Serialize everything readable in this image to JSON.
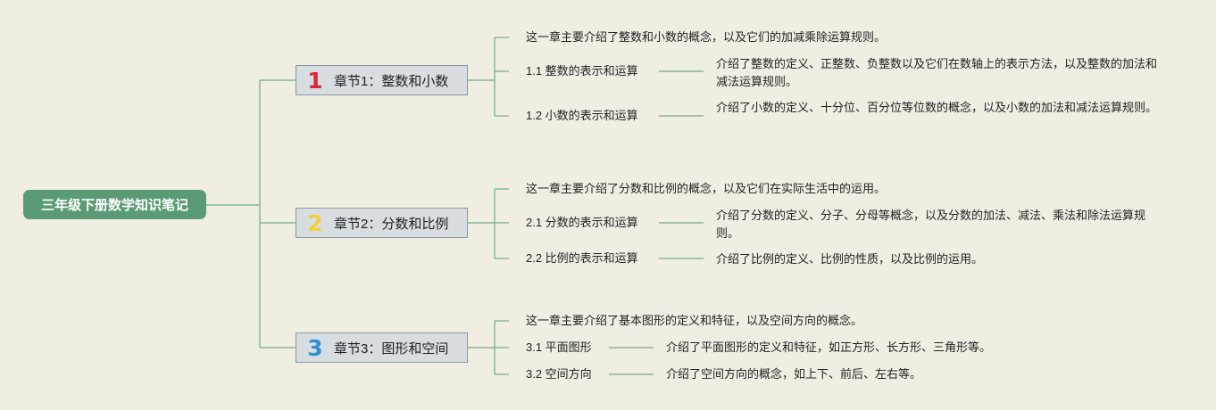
{
  "root": {
    "title": "三年级下册数学知识笔记"
  },
  "colors": {
    "background": "#f0ede3",
    "root_fill": "#5a9a75",
    "connector": "#6fa890",
    "chapter_fill": "#d8dde1",
    "chapter_border": "#8d979e"
  },
  "chapters": [
    {
      "number": "1",
      "number_color": "#d62a35",
      "title": "章节1：整数和小数",
      "summary": "这一章主要介绍了整数和小数的概念，以及它们的加减乘除运算规则。",
      "sections": [
        {
          "label": "1.1 整数的表示和运算",
          "desc": "介绍了整数的定义、正整数、负整数以及它们在数轴上的表示方法，以及整数的加法和减法运算规则。"
        },
        {
          "label": "1.2 小数的表示和运算",
          "desc": "介绍了小数的定义、十分位、百分位等位数的概念，以及小数的加法和减法运算规则。"
        }
      ]
    },
    {
      "number": "2",
      "number_color": "#f3cf3c",
      "title": "章节2：分数和比例",
      "summary": "这一章主要介绍了分数和比例的概念，以及它们在实际生活中的运用。",
      "sections": [
        {
          "label": "2.1 分数的表示和运算",
          "desc": "介绍了分数的定义、分子、分母等概念，以及分数的加法、减法、乘法和除法运算规则。"
        },
        {
          "label": "2.2 比例的表示和运算",
          "desc": "介绍了比例的定义、比例的性质，以及比例的运用。"
        }
      ]
    },
    {
      "number": "3",
      "number_color": "#2f8fd6",
      "title": "章节3：图形和空间",
      "summary": "这一章主要介绍了基本图形的定义和特征，以及空间方向的概念。",
      "sections": [
        {
          "label": "3.1 平面图形",
          "desc": "介绍了平面图形的定义和特征，如正方形、长方形、三角形等。"
        },
        {
          "label": "3.2 空间方向",
          "desc": "介绍了空间方向的概念，如上下、前后、左右等。"
        }
      ]
    }
  ]
}
